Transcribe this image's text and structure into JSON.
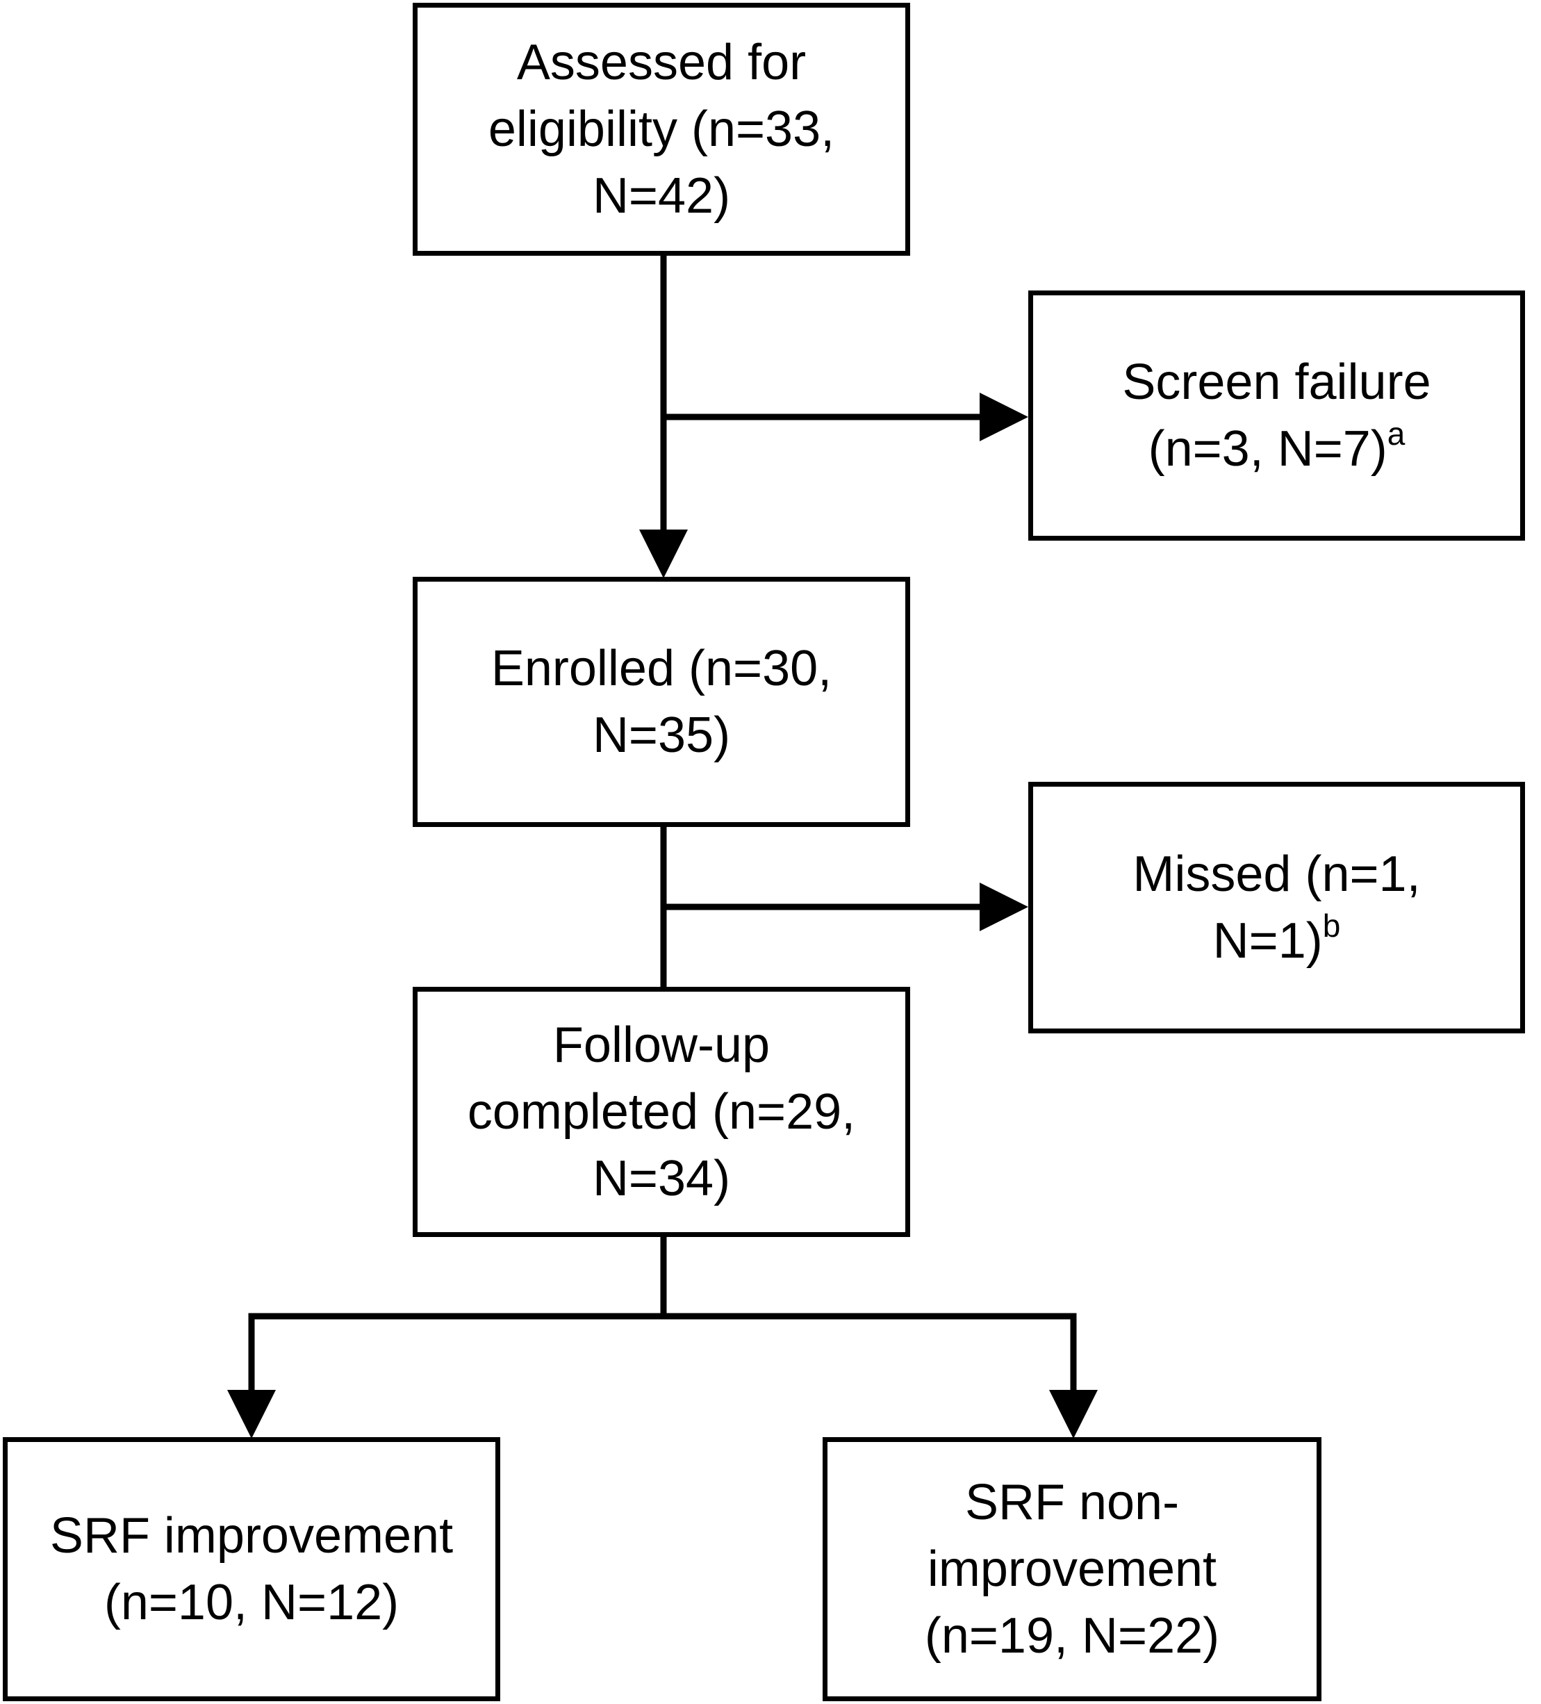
{
  "diagram": {
    "type": "flowchart",
    "boxes": {
      "assessed": {
        "text": "Assessed for\neligibility (n=33,\nN=42)"
      },
      "screen_failure": {
        "text": "Screen failure\n(n=3, N=7)",
        "superscript": "a"
      },
      "enrolled": {
        "text": "Enrolled (n=30,\nN=35)"
      },
      "missed": {
        "text": "Missed (n=1,\nN=1)",
        "superscript": "b"
      },
      "followup": {
        "text": "Follow-up\ncompleted (n=29,\nN=34)"
      },
      "srf_improvement": {
        "text": "SRF improvement\n(n=10, N=12)"
      },
      "srf_non_improvement": {
        "text": "SRF non-\nimprovement\n(n=19, N=22)"
      }
    },
    "edges": [
      {
        "from": "assessed",
        "to": "screen_failure"
      },
      {
        "from": "assessed",
        "to": "enrolled"
      },
      {
        "from": "enrolled",
        "to": "missed"
      },
      {
        "from": "enrolled",
        "to": "followup"
      },
      {
        "from": "followup",
        "to": "srf_improvement"
      },
      {
        "from": "followup",
        "to": "srf_non_improvement"
      }
    ]
  }
}
